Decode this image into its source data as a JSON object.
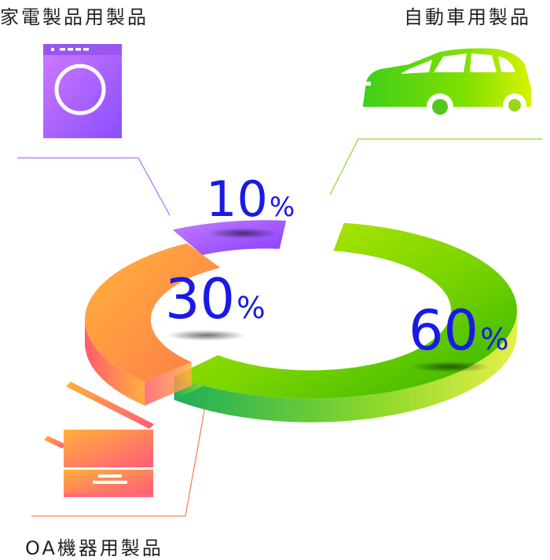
{
  "chart_data": {
    "type": "pie",
    "style": "3d-donut",
    "categories": [
      "自動車用製品",
      "OA機器用製品",
      "家電製品用製品"
    ],
    "values": [
      60,
      30,
      10
    ],
    "unit": "%",
    "colors": [
      "#7dd000",
      "#ff6b6b",
      "#a64dff"
    ]
  },
  "labels": {
    "auto": "自動車用製品",
    "oa": "OA機器用製品",
    "home": "家電製品用製品"
  },
  "percent_sign": "%",
  "icons": {
    "auto": "car-icon",
    "oa": "copier-icon",
    "home": "washing-machine-icon"
  }
}
